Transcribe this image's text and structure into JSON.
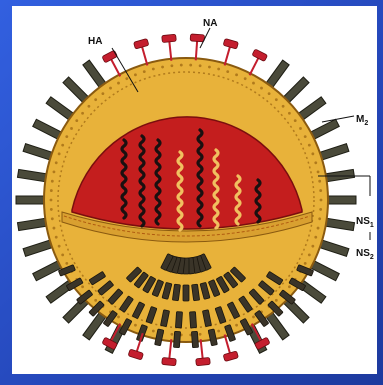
{
  "labels": {
    "ha": "HA",
    "na": "NA",
    "m2": "M",
    "m2_sub": "2",
    "ns1": "NS",
    "ns1_sub": "1",
    "ns2": "NS",
    "ns2_sub": "2"
  },
  "colors": {
    "background": "#2a4fc9",
    "panel": "#ffffff",
    "envelope": "#e8b23a",
    "envelope_dots": "#b07a1c",
    "core": "#c41e1e",
    "spike_ha": "#4a4a3a",
    "spike_na": "#c41e2e",
    "rna_dark": "#1a1010",
    "rna_light": "#f0c060"
  }
}
